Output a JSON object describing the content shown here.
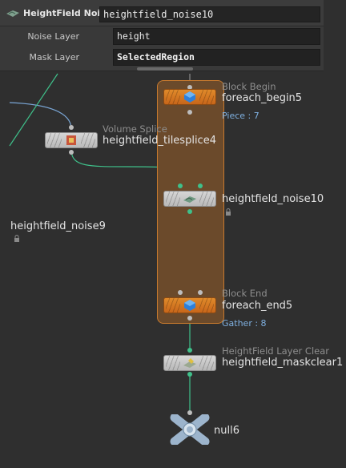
{
  "params": {
    "node_type": "HeightField Noise",
    "node_name": "heightfield_noise10",
    "rows": [
      {
        "label": "Noise Layer",
        "value": "height"
      },
      {
        "label": "Mask Layer",
        "value": "SelectedRegion"
      }
    ]
  },
  "nodes": {
    "foreach_begin": {
      "type": "Block Begin",
      "name": "foreach_begin5",
      "info": "Piece : 7"
    },
    "tilesplice": {
      "type": "Volume Splice",
      "name": "heightfield_tilesplice4"
    },
    "noise10": {
      "name": "heightfield_noise10"
    },
    "noise9": {
      "name": "heightfield_noise9"
    },
    "foreach_end": {
      "type": "Block End",
      "name": "foreach_end5",
      "info": "Gather : 8"
    },
    "maskclear": {
      "type": "HeightField Layer Clear",
      "name": "heightfield_maskclear1"
    },
    "null": {
      "name": "null6"
    }
  },
  "colors": {
    "background": "#2f2f2f",
    "block_region": "#6b4a2b",
    "block_border": "#c77a2e",
    "wire_green": "#3fc08a",
    "wire_blue": "#7aa6d6",
    "info_text": "#7fb0e0"
  }
}
